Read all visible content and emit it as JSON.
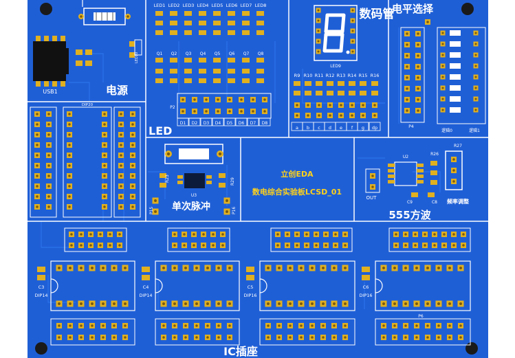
{
  "board": {
    "colors": {
      "substrate": "#1f5fd6",
      "trace": "#2b73ea",
      "pad": "#e0b020",
      "silk": "#ffffff",
      "highlight": "#ffd21a",
      "hole": "#1a1a1a"
    },
    "sections": {
      "power": "电源",
      "led": "LED",
      "seven_seg": "数码管",
      "level_select": "电平选择",
      "single_pulse": "单次脉冲",
      "square_wave": "555方波",
      "ic_socket": "IC插座"
    },
    "brand": "立创EDA",
    "board_name": "数电综合实验板LCSD_01",
    "usb_label": "USB1",
    "led_labels": [
      "LED1",
      "LED2",
      "LED3",
      "LED4",
      "LED5",
      "LED6",
      "LED7",
      "LED8"
    ],
    "q_labels": [
      "Q1",
      "Q2",
      "Q3",
      "Q4",
      "Q5",
      "Q6",
      "Q7",
      "Q8"
    ],
    "d_labels": [
      "D1",
      "D2",
      "D3",
      "D4",
      "D5",
      "D6",
      "D7",
      "D8"
    ],
    "seg_labels": [
      "a",
      "b",
      "c",
      "d",
      "e",
      "f",
      "g",
      "dp"
    ],
    "r_labels": [
      "R9",
      "R10",
      "R11",
      "R12",
      "R13",
      "R14",
      "R15",
      "R16"
    ],
    "misc": {
      "led9": "LED9",
      "led10": "LED10",
      "p2": "P2",
      "p4": "P4",
      "p6": "P6",
      "p15": "P15",
      "p16": "P16",
      "u2": "U2",
      "u3": "U3",
      "r23": "R23",
      "r29": "R29",
      "r26": "R26",
      "r27": "R27",
      "c8": "C8",
      "c9": "C9",
      "out": "OUT",
      "freq_adjust": "频率调整",
      "logic0": "逻辑0",
      "logic1": "逻辑1",
      "dip20": "DIP20"
    },
    "sockets": [
      {
        "cap": "C3",
        "dip": "DIP14"
      },
      {
        "cap": "C4",
        "dip": "DIP14"
      },
      {
        "cap": "C5",
        "dip": "DIP16"
      },
      {
        "cap": "C6",
        "dip": "DIP16"
      }
    ]
  }
}
